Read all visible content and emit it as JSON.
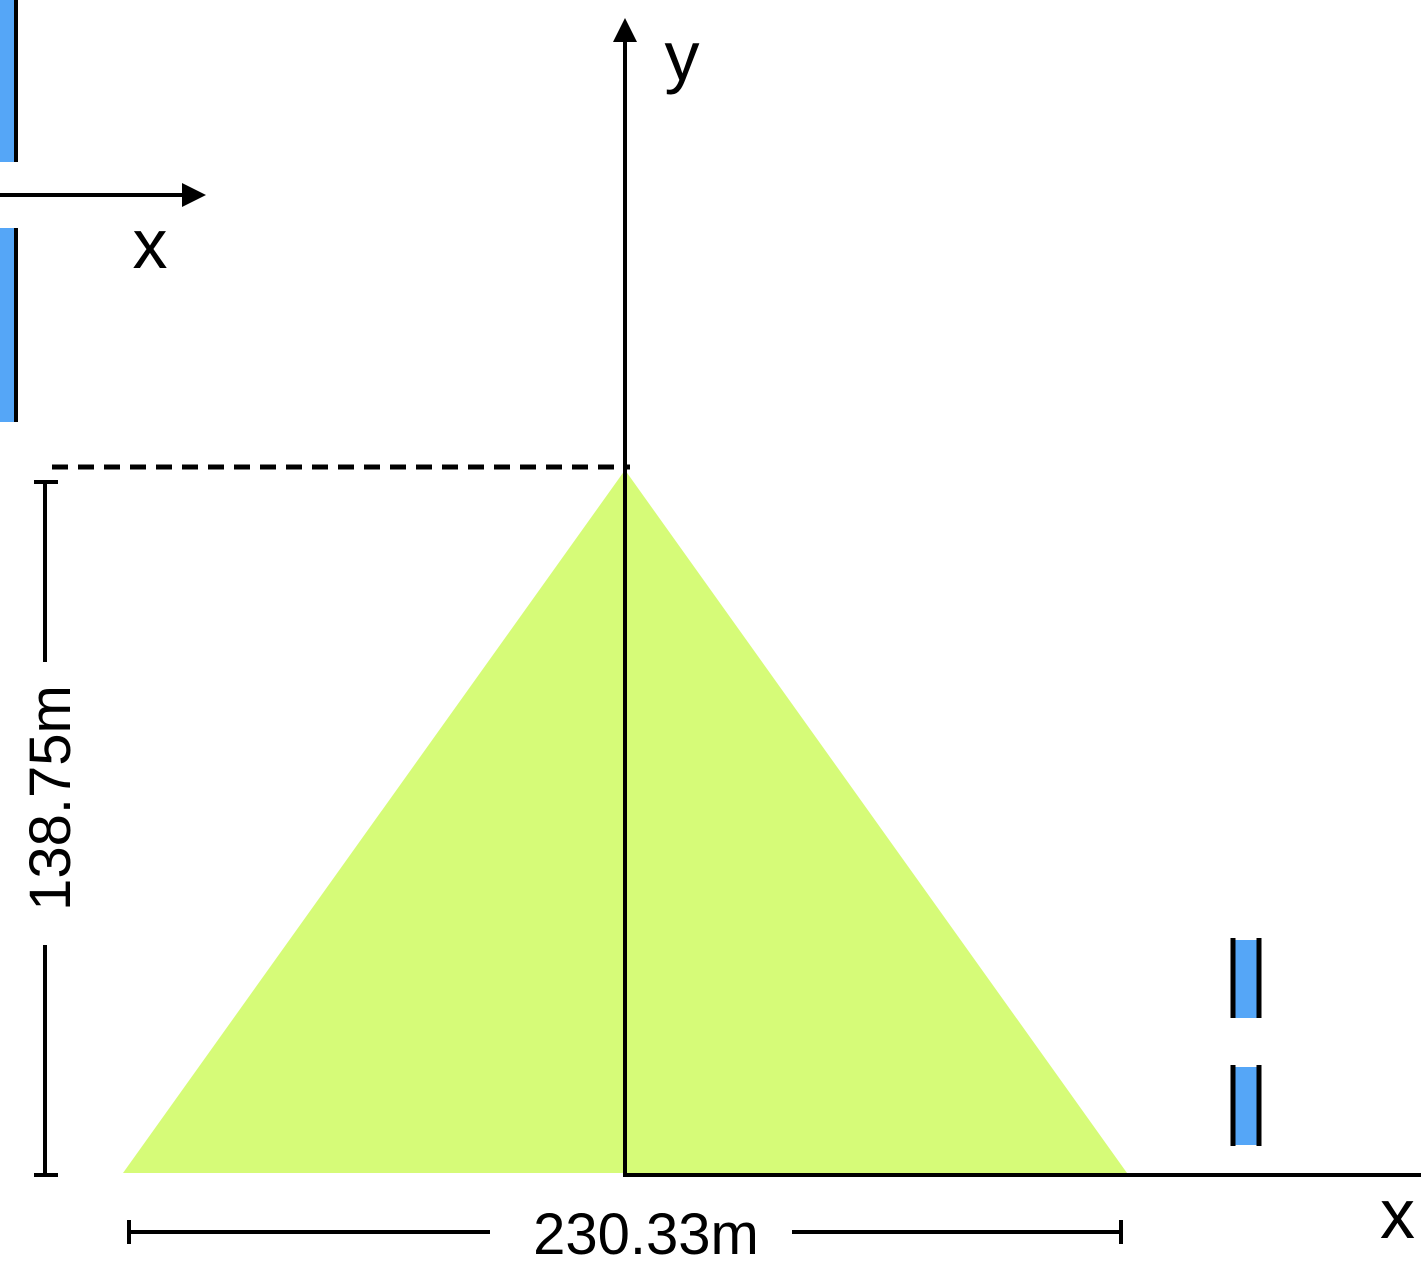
{
  "labels": {
    "main_y_axis": "y",
    "main_x_axis": "x",
    "top_left_x_axis": "x",
    "height_dimension": "138.75m",
    "base_dimension": "230.33m"
  },
  "colors": {
    "triangle_fill": "#d6fb78",
    "marker_fill": "#55a6f7",
    "stroke": "#000000"
  }
}
